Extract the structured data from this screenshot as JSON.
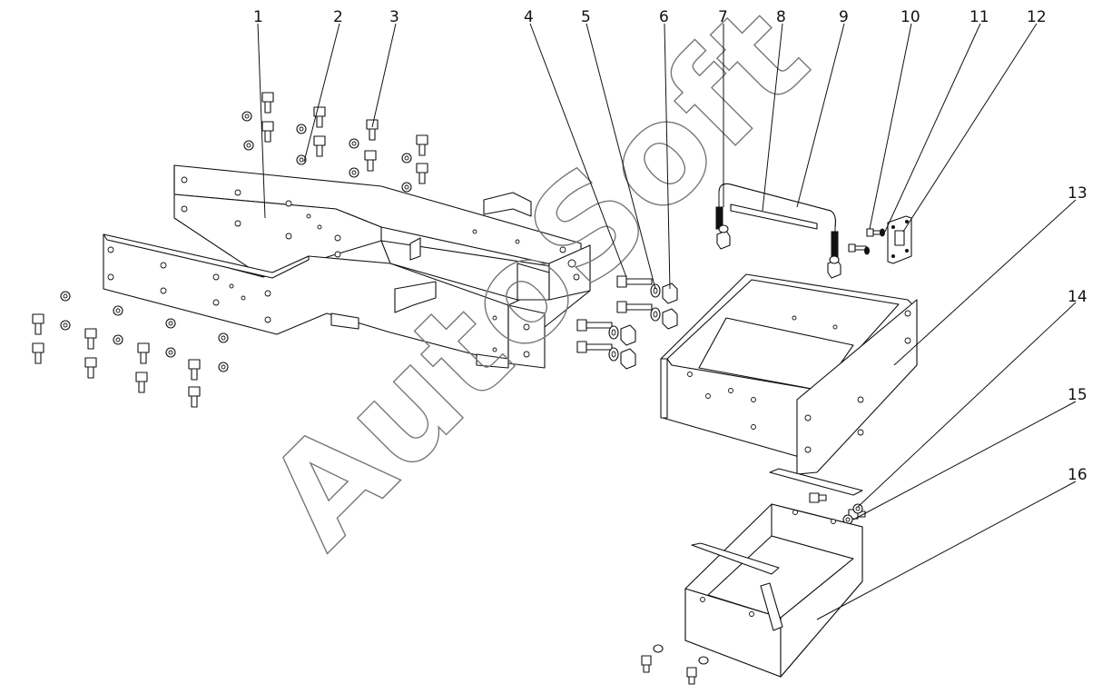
{
  "diagram": {
    "callouts": [
      "1",
      "2",
      "3",
      "4",
      "5",
      "6",
      "7",
      "8",
      "9",
      "10",
      "11",
      "12",
      "13",
      "14",
      "15",
      "16"
    ],
    "watermark": "AutoSoft"
  }
}
